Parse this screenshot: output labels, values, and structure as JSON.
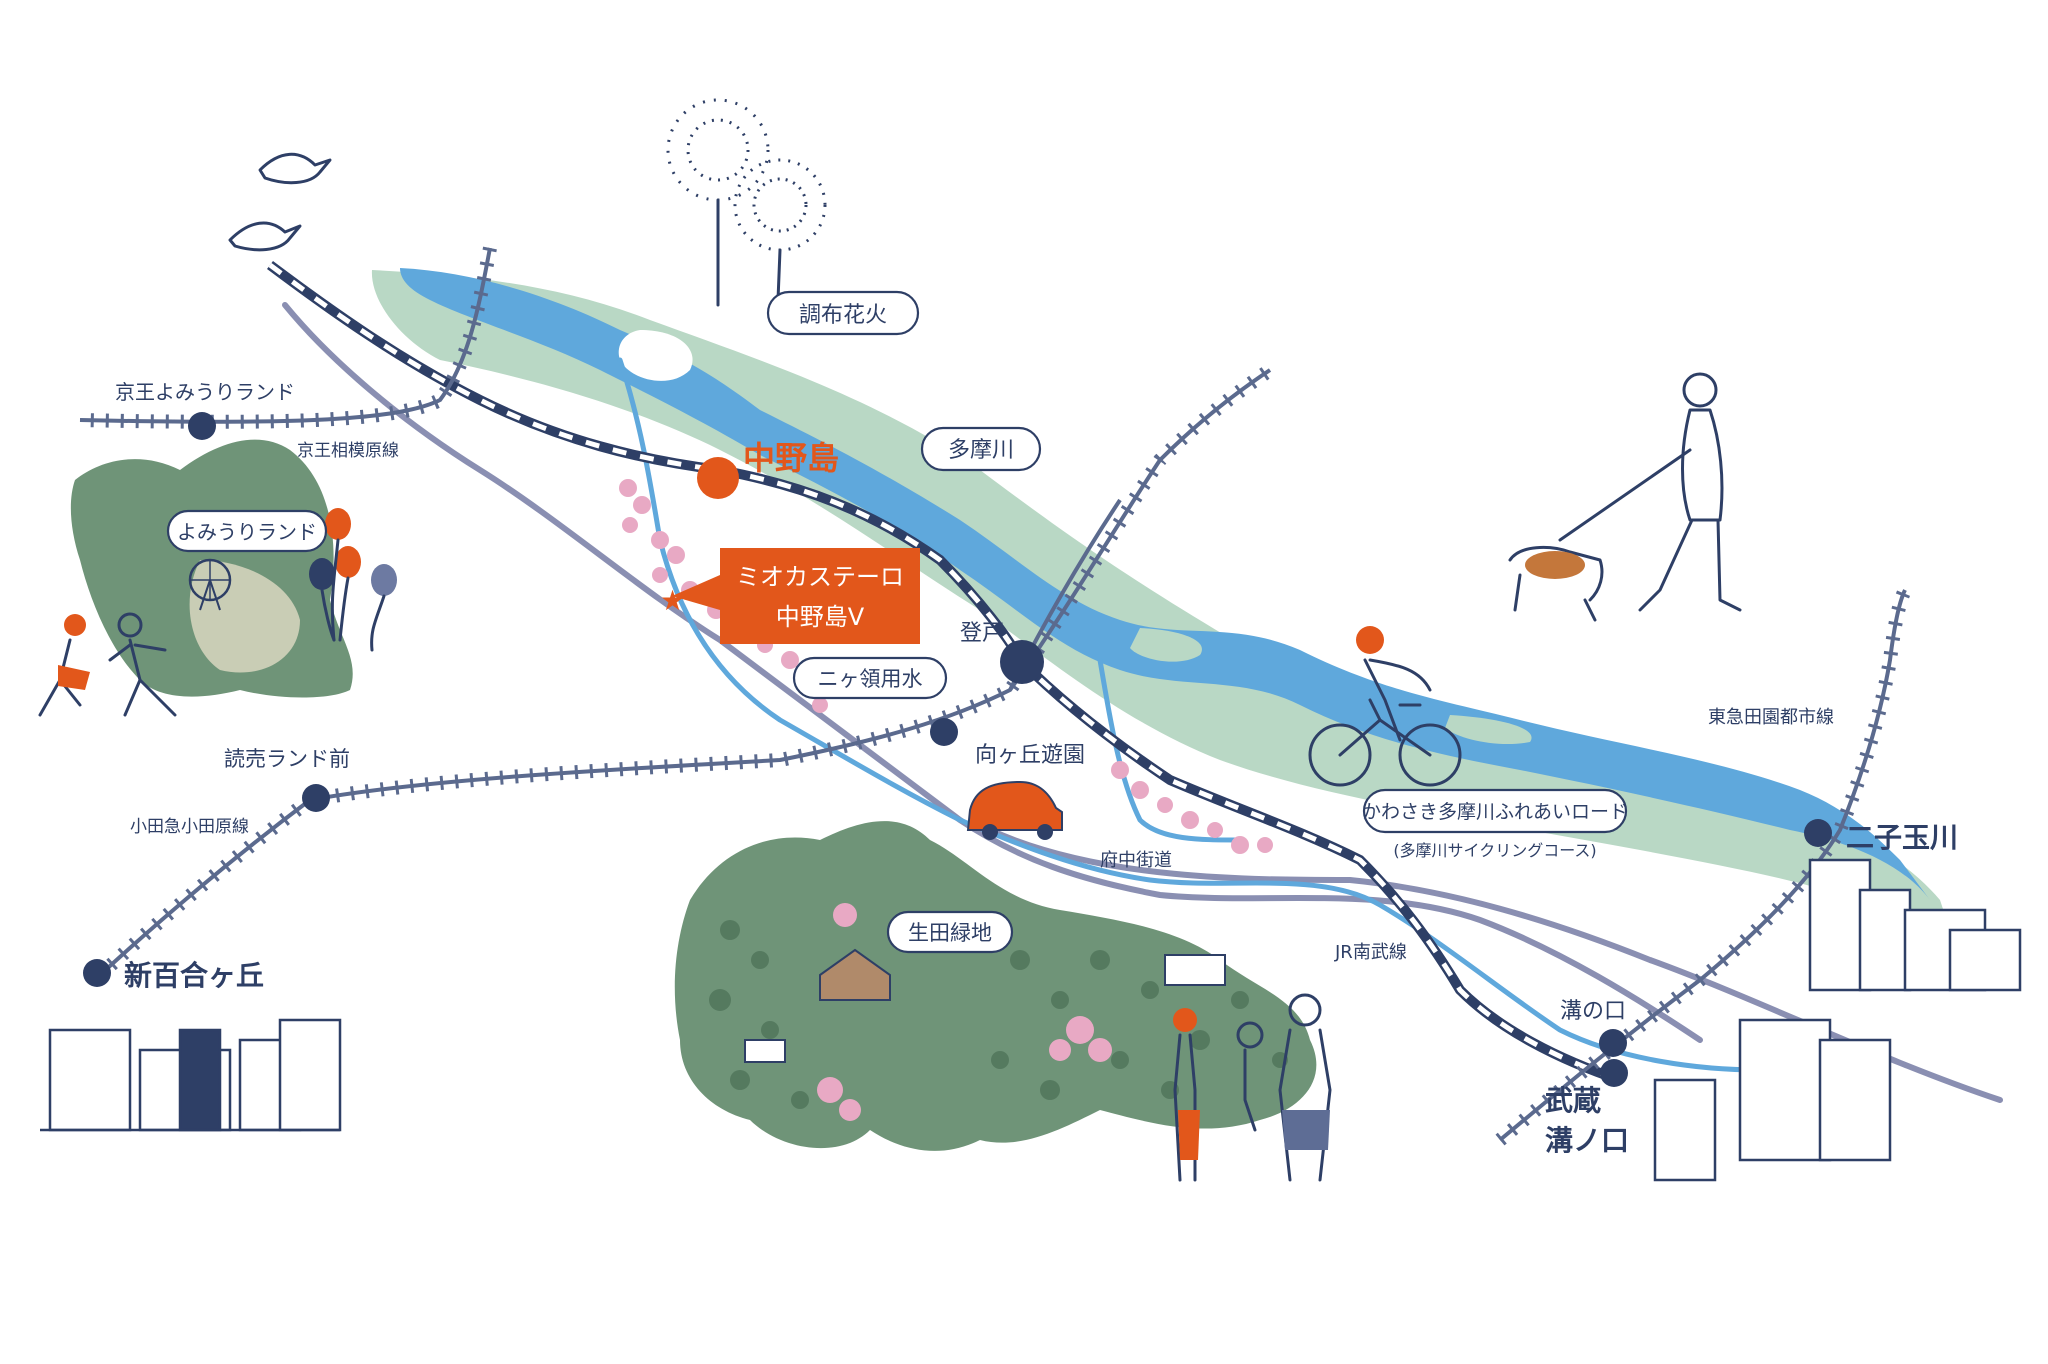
{
  "labels": {
    "chofu_fireworks": "調布花火",
    "tamagawa": "多摩川",
    "nakanoshima": "中野島",
    "property_line1": "ミオカステーロ",
    "property_line2": "中野島Ⅴ",
    "nikaryo_yosui": "ニヶ領用水",
    "noborito": "登戸",
    "mukogaoka_yuen": "向ヶ丘遊園",
    "fuchu_kaido": "府中街道",
    "ikuta_ryokuchi": "生田緑地",
    "jr_nambu_line": "JR南武線",
    "keio_yomiuriland": "京王よみうりランド",
    "keio_sagamihara_line": "京王相模原線",
    "yomiuriland": "よみうりランド",
    "yomiuriland_mae": "読売ランド前",
    "odakyu_odawara_line": "小田急小田原線",
    "shinyurigaoka": "新百合ヶ丘",
    "kawasaki_cycling_road": "かわさき多摩川ふれあいロード",
    "cycling_course_sub": "(多摩川サイクリングコース)",
    "tokyu_denentoshi_line": "東急田園都市線",
    "futako_tamagawa": "二子玉川",
    "mizonokuchi": "溝の口",
    "musashi_mizonokuchi_line1": "武蔵",
    "musashi_mizonokuchi_line2": "溝ノ口"
  },
  "colors": {
    "navy": "#2e3f66",
    "river_blue": "#5fa8dc",
    "bank_green": "#b9d8c5",
    "forest_green": "#6f9478",
    "accent_orange": "#e2571b",
    "road_gray": "#8a8fb2",
    "sakura_pink": "#e8a9c4"
  },
  "icons": [
    "fireworks-icon",
    "bird-icon",
    "balloon-icon",
    "ferris-wheel-icon",
    "car-icon",
    "cyclist-icon",
    "dog-walker-icon",
    "family-icon",
    "runners-icon",
    "building-icon",
    "star-icon"
  ]
}
